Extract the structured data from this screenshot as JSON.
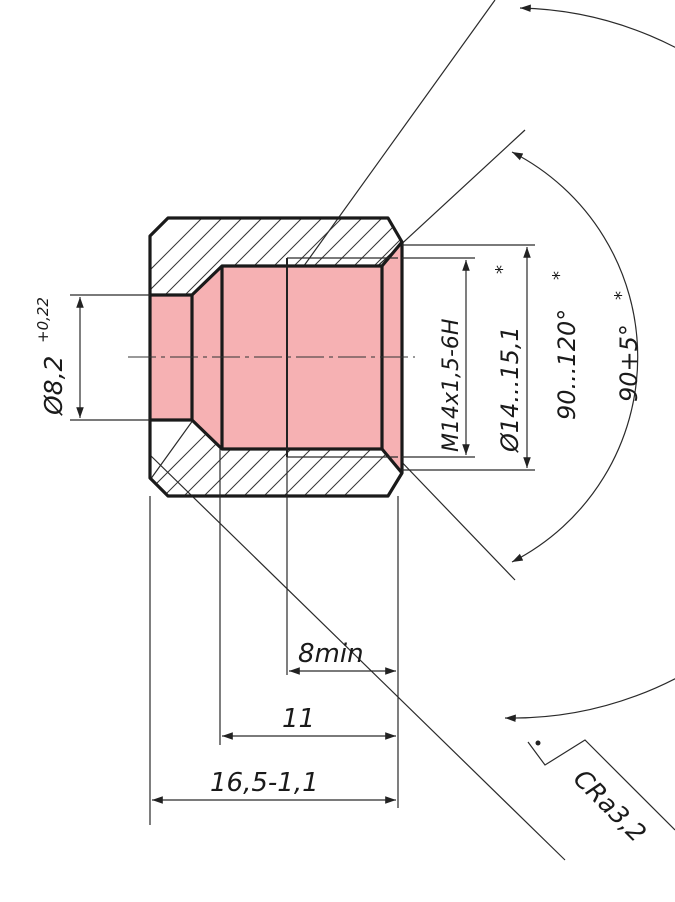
{
  "colors": {
    "paper": "#ffffff",
    "ink": "#1a1a1a",
    "bore_fill": "#f6b1b3",
    "hatch": "#333333"
  },
  "dimensions": {
    "small_bore_diameter": "Ø8,2",
    "small_bore_tolerance": "+0,22",
    "thread": "M14x1,5-6H",
    "chamfer_diameter": "Ø14...15,1",
    "chamfer_diameter_mark": "*",
    "countersink_angle": "90...120°",
    "countersink_angle_mark": "*",
    "outer_angle": "90+5°",
    "outer_angle_mark": "*",
    "thread_length": "8min",
    "bore_depth": "11",
    "total_length": "16,5-1,1"
  },
  "surface_finish": {
    "symbol": "√",
    "label": "CRa3,2"
  }
}
